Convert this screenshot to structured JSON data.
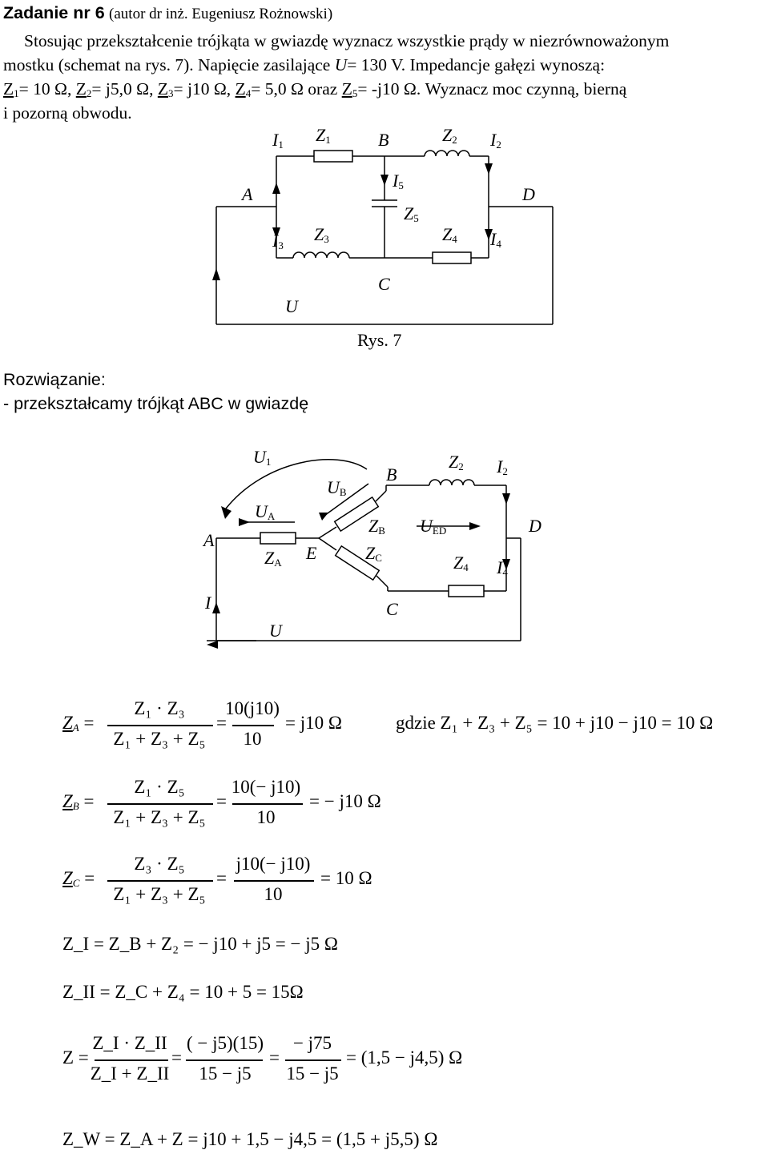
{
  "header": {
    "title": "Zadanie nr 6",
    "author": "(autor dr inż. Eugeniusz Rożnowski)"
  },
  "problem": {
    "l1": "Stosując przekształcenie trójkąta w gwiazdę wyznacz wszystkie prądy w niezrównoważonym",
    "l2a": "mostku (schemat na rys. 7). Napięcie zasilające ",
    "l2b": "U",
    "l2c": "= 130 V. Impedancje gałęzi wynoszą:",
    "z1": "Z",
    "z1s": "1",
    "z1v": "= 10 Ω, ",
    "z2": "Z",
    "z2s": "2",
    "z2v": "= j5,0 Ω, ",
    "z3": "Z",
    "z3s": "3",
    "z3v": "= j10 Ω, ",
    "z4": "Z",
    "z4s": "4",
    "z4v": "= 5,0 Ω oraz ",
    "z5": "Z",
    "z5s": "5",
    "z5v": "= -j10 Ω. Wyznacz moc czynną, bierną",
    "l4": "i pozorną obwodu."
  },
  "fig1": {
    "I1": "I",
    "I1s": "1",
    "Z1": "Z",
    "Z1s": "1",
    "B": "B",
    "Z2": "Z",
    "Z2s": "2",
    "I2": "I",
    "I2s": "2",
    "A": "A",
    "I5": "I",
    "I5s": "5",
    "D": "D",
    "Z5": "Z",
    "Z5s": "5",
    "I3": "I",
    "I3s": "3",
    "Z3": "Z",
    "Z3s": "3",
    "Z4": "Z",
    "Z4s": "4",
    "I4": "I",
    "I4s": "4",
    "C": "C",
    "U": "U",
    "caption": "Rys. 7"
  },
  "solution": {
    "heading": "Rozwiązanie:",
    "step": "- przekształcamy trójkąt ABC w gwiazdę"
  },
  "fig2": {
    "U1": "U",
    "U1s": "1",
    "B": "B",
    "Z2": "Z",
    "Z2s": "2",
    "I2": "I",
    "I2s": "2",
    "UB": "U",
    "UBs": "B",
    "UA": "U",
    "UAs": "A",
    "ZB": "Z",
    "ZBs": "B",
    "UED": "U",
    "UEDs": "ED",
    "D": "D",
    "A": "A",
    "E": "E",
    "ZC": "Z",
    "ZCs": "C",
    "ZA": "Z",
    "ZAs": "A",
    "Z4": "Z",
    "Z4s": "4",
    "I4": "I",
    "I4s": "4",
    "I": "I",
    "C": "C",
    "U": "U"
  },
  "eqs": {
    "za_lhs": "Z",
    "za_lhs_s": "A",
    "za_num": "Z₁ · Z₃",
    "za_den": "Z₁ + Z₃ + Z₅",
    "za_num2": "10(j10)",
    "za_den2": "10",
    "za_res": "= j10 Ω",
    "gdzie": "gdzie Z₁ + Z₃ + Z₅ = 10 + j10 − j10 = 10 Ω",
    "zb_lhs": "Z",
    "zb_lhs_s": "B",
    "zb_num": "Z₁ · Z₅",
    "zb_den": "Z₁ + Z₃ + Z₅",
    "zb_num2": "10(− j10)",
    "zb_den2": "10",
    "zb_res": "= − j10 Ω",
    "zc_lhs": "Z",
    "zc_lhs_s": "C",
    "zc_num": "Z₃ · Z₅",
    "zc_den": "Z₁ + Z₃ + Z₅",
    "zc_num2": "j10(− j10)",
    "zc_den2": "10",
    "zc_res": "= 10 Ω",
    "zi": "Z_I = Z_B + Z₂ = − j10 + j5 = − j5 Ω",
    "zii": "Z_II = Z_C + Z₄ = 10 + 5 = 15Ω",
    "z_lhs": "Z =",
    "z_num": "Z_I · Z_II",
    "z_den": "Z_I + Z_II",
    "z_num2": "( − j5)(15)",
    "z_den2": "15 − j5",
    "z_num3": "− j75",
    "z_den3": "15 − j5",
    "z_res": "= (1,5 − j4,5) Ω",
    "zw": "Z_W = Z_A + Z = j10 + 1,5 − j4,5 = (1,5 + j5,5) Ω"
  }
}
